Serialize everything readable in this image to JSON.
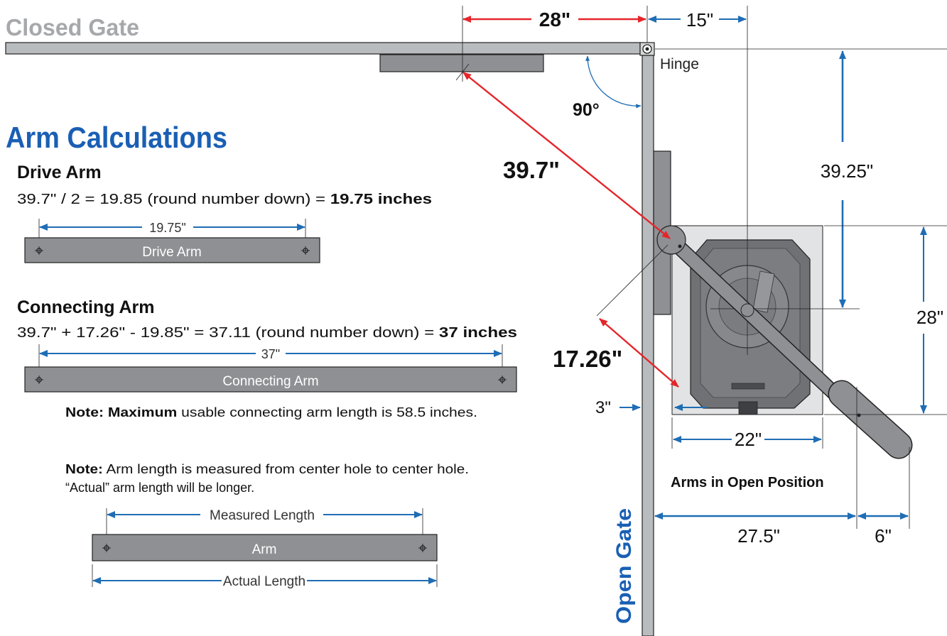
{
  "titles": {
    "closed_gate": "Closed Gate",
    "open_gate": "Open Gate",
    "arm_calculations": "Arm Calculations",
    "arms_open_position": "Arms in Open Position"
  },
  "labels": {
    "hinge": "Hinge",
    "angle": "90°"
  },
  "drive_arm": {
    "heading": "Drive Arm",
    "formula": "39.7\" / 2 = 19.85 (round number down) = ",
    "result": "19.75 inches",
    "dimension": "19.75\"",
    "bar_label": "Drive Arm"
  },
  "connecting_arm": {
    "heading": "Connecting Arm",
    "formula": "39.7\" + 17.26\" - 19.85\" = 37.11 (round number down) = ",
    "result": "37 inches",
    "dimension": "37\"",
    "bar_label": "Connecting Arm"
  },
  "notes": {
    "max_bold": "Note: Maximum",
    "max_text": " usable connecting arm length is 58.5 inches.",
    "measure_bold": "Note:",
    "measure_text": " Arm length is measured from center hole to center hole.",
    "measure_text2": "“Actual” arm length will be longer."
  },
  "example_arm": {
    "measured": "Measured Length",
    "bar_label": "Arm",
    "actual": "Actual Length"
  },
  "dimensions": {
    "top_28": "28\"",
    "top_15": "15\"",
    "diag_39_7": "39.7\"",
    "vert_39_25": "39.25\"",
    "right_28": "28\"",
    "diag_17_26": "17.26\"",
    "left_3": "3\"",
    "bottom_22": "22\"",
    "bottom_27_5": "27.5\"",
    "bottom_6": "6\""
  },
  "colors": {
    "blue_title": "#1a5fb4",
    "dim_blue": "#1f6db5",
    "dim_red": "#e4262b",
    "gate_gray": "#b9bcbf",
    "arm_gray": "#8e9094",
    "operator_gray": "#6f7175",
    "base_gray": "#e2e3e4",
    "closed_gate_text": "#a6a8ab"
  }
}
